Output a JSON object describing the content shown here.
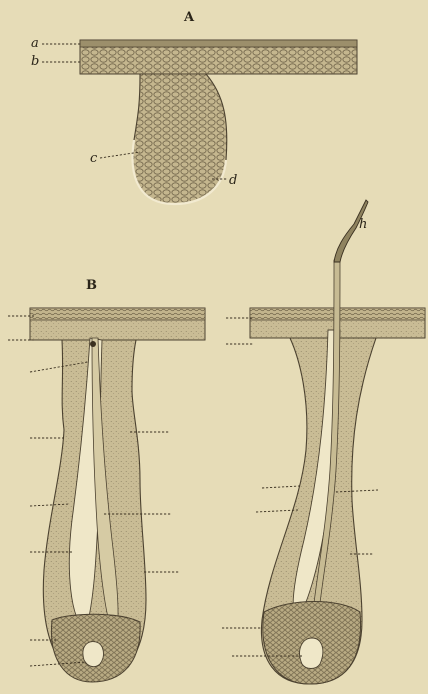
{
  "panels": {
    "a": {
      "heading": "A",
      "labels": {
        "a": "a",
        "b": "b",
        "c": "c",
        "d": "d"
      }
    },
    "b": {
      "heading": "B",
      "hair_label": "h"
    }
  },
  "colors": {
    "paper": "#e6dcb7",
    "tissue": "#c9bc95",
    "tissue_dark": "#b3a67f",
    "cells": "#6e6248",
    "ink": "#2a2418",
    "hollow": "#efe7c8"
  }
}
